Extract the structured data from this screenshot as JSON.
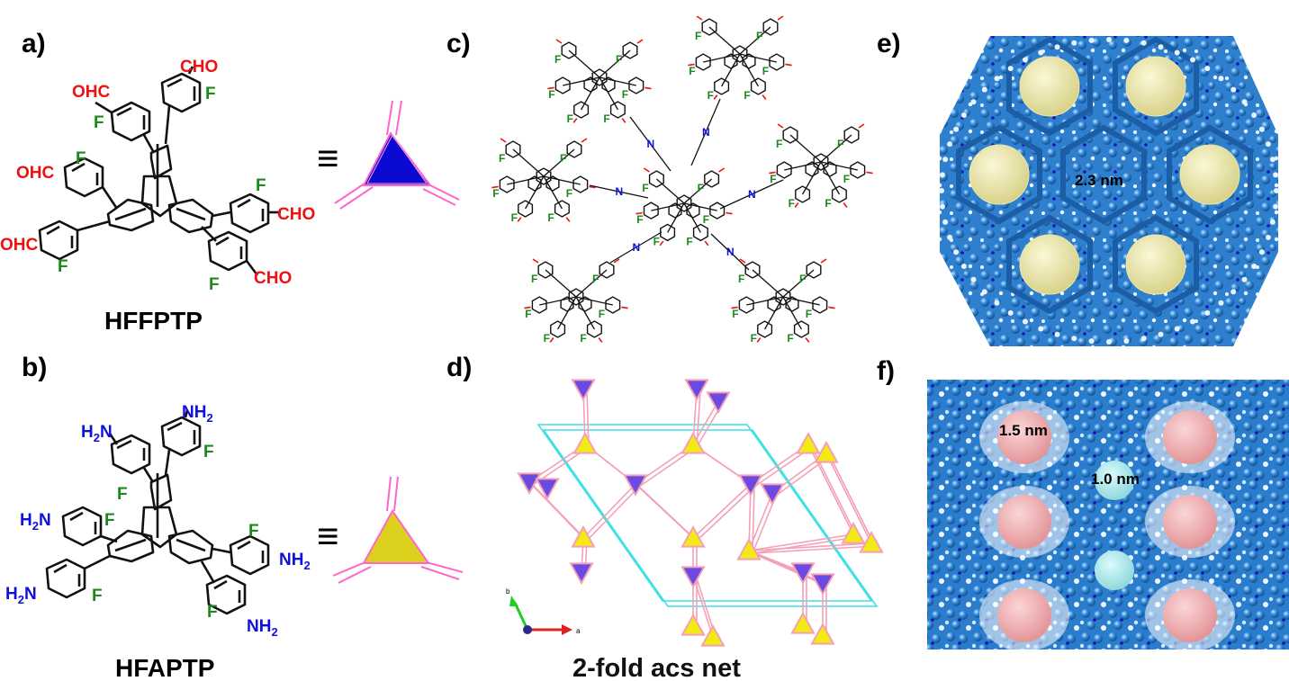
{
  "panels": {
    "a": {
      "label": "a)",
      "name": "HFFPTP",
      "substituent": "CHO",
      "substituent_left": "OHC",
      "halogen": "F",
      "equiv_symbol": "≡",
      "node_color": "#0a0ad2"
    },
    "b": {
      "label": "b)",
      "name": "HFAPTP",
      "substituent_right": "NH2",
      "substituent_left": "H2N",
      "nh2_main": "NH",
      "nh2_sub": "2",
      "h2n_h": "H",
      "h2n_sub": "2",
      "h2n_n": "N",
      "halogen": "F",
      "equiv_symbol": "≡",
      "node_color": "#dcd21e"
    },
    "c": {
      "label": "c)",
      "linker_atom": "N",
      "halogen": "F"
    },
    "d": {
      "label": "d)",
      "net_name": "2-fold acs net",
      "axis_b": "b",
      "axis_a": "a"
    },
    "e": {
      "label": "e)",
      "pore_size": "2.3 nm",
      "pore_color": "#ece7a6"
    },
    "f": {
      "label": "f)",
      "pore_large": "1.5 nm",
      "pore_small": "1.0 nm",
      "pore_large_color": "#efa6a9",
      "pore_small_color": "#a6ecee"
    }
  },
  "colors": {
    "aldehyde": "#ee1111",
    "fluorine": "#1a8a1a",
    "amine": "#1010dd",
    "framework": "#2f86d6",
    "net_edge": "#f4a0b6",
    "cell": "#3fe0e6"
  }
}
